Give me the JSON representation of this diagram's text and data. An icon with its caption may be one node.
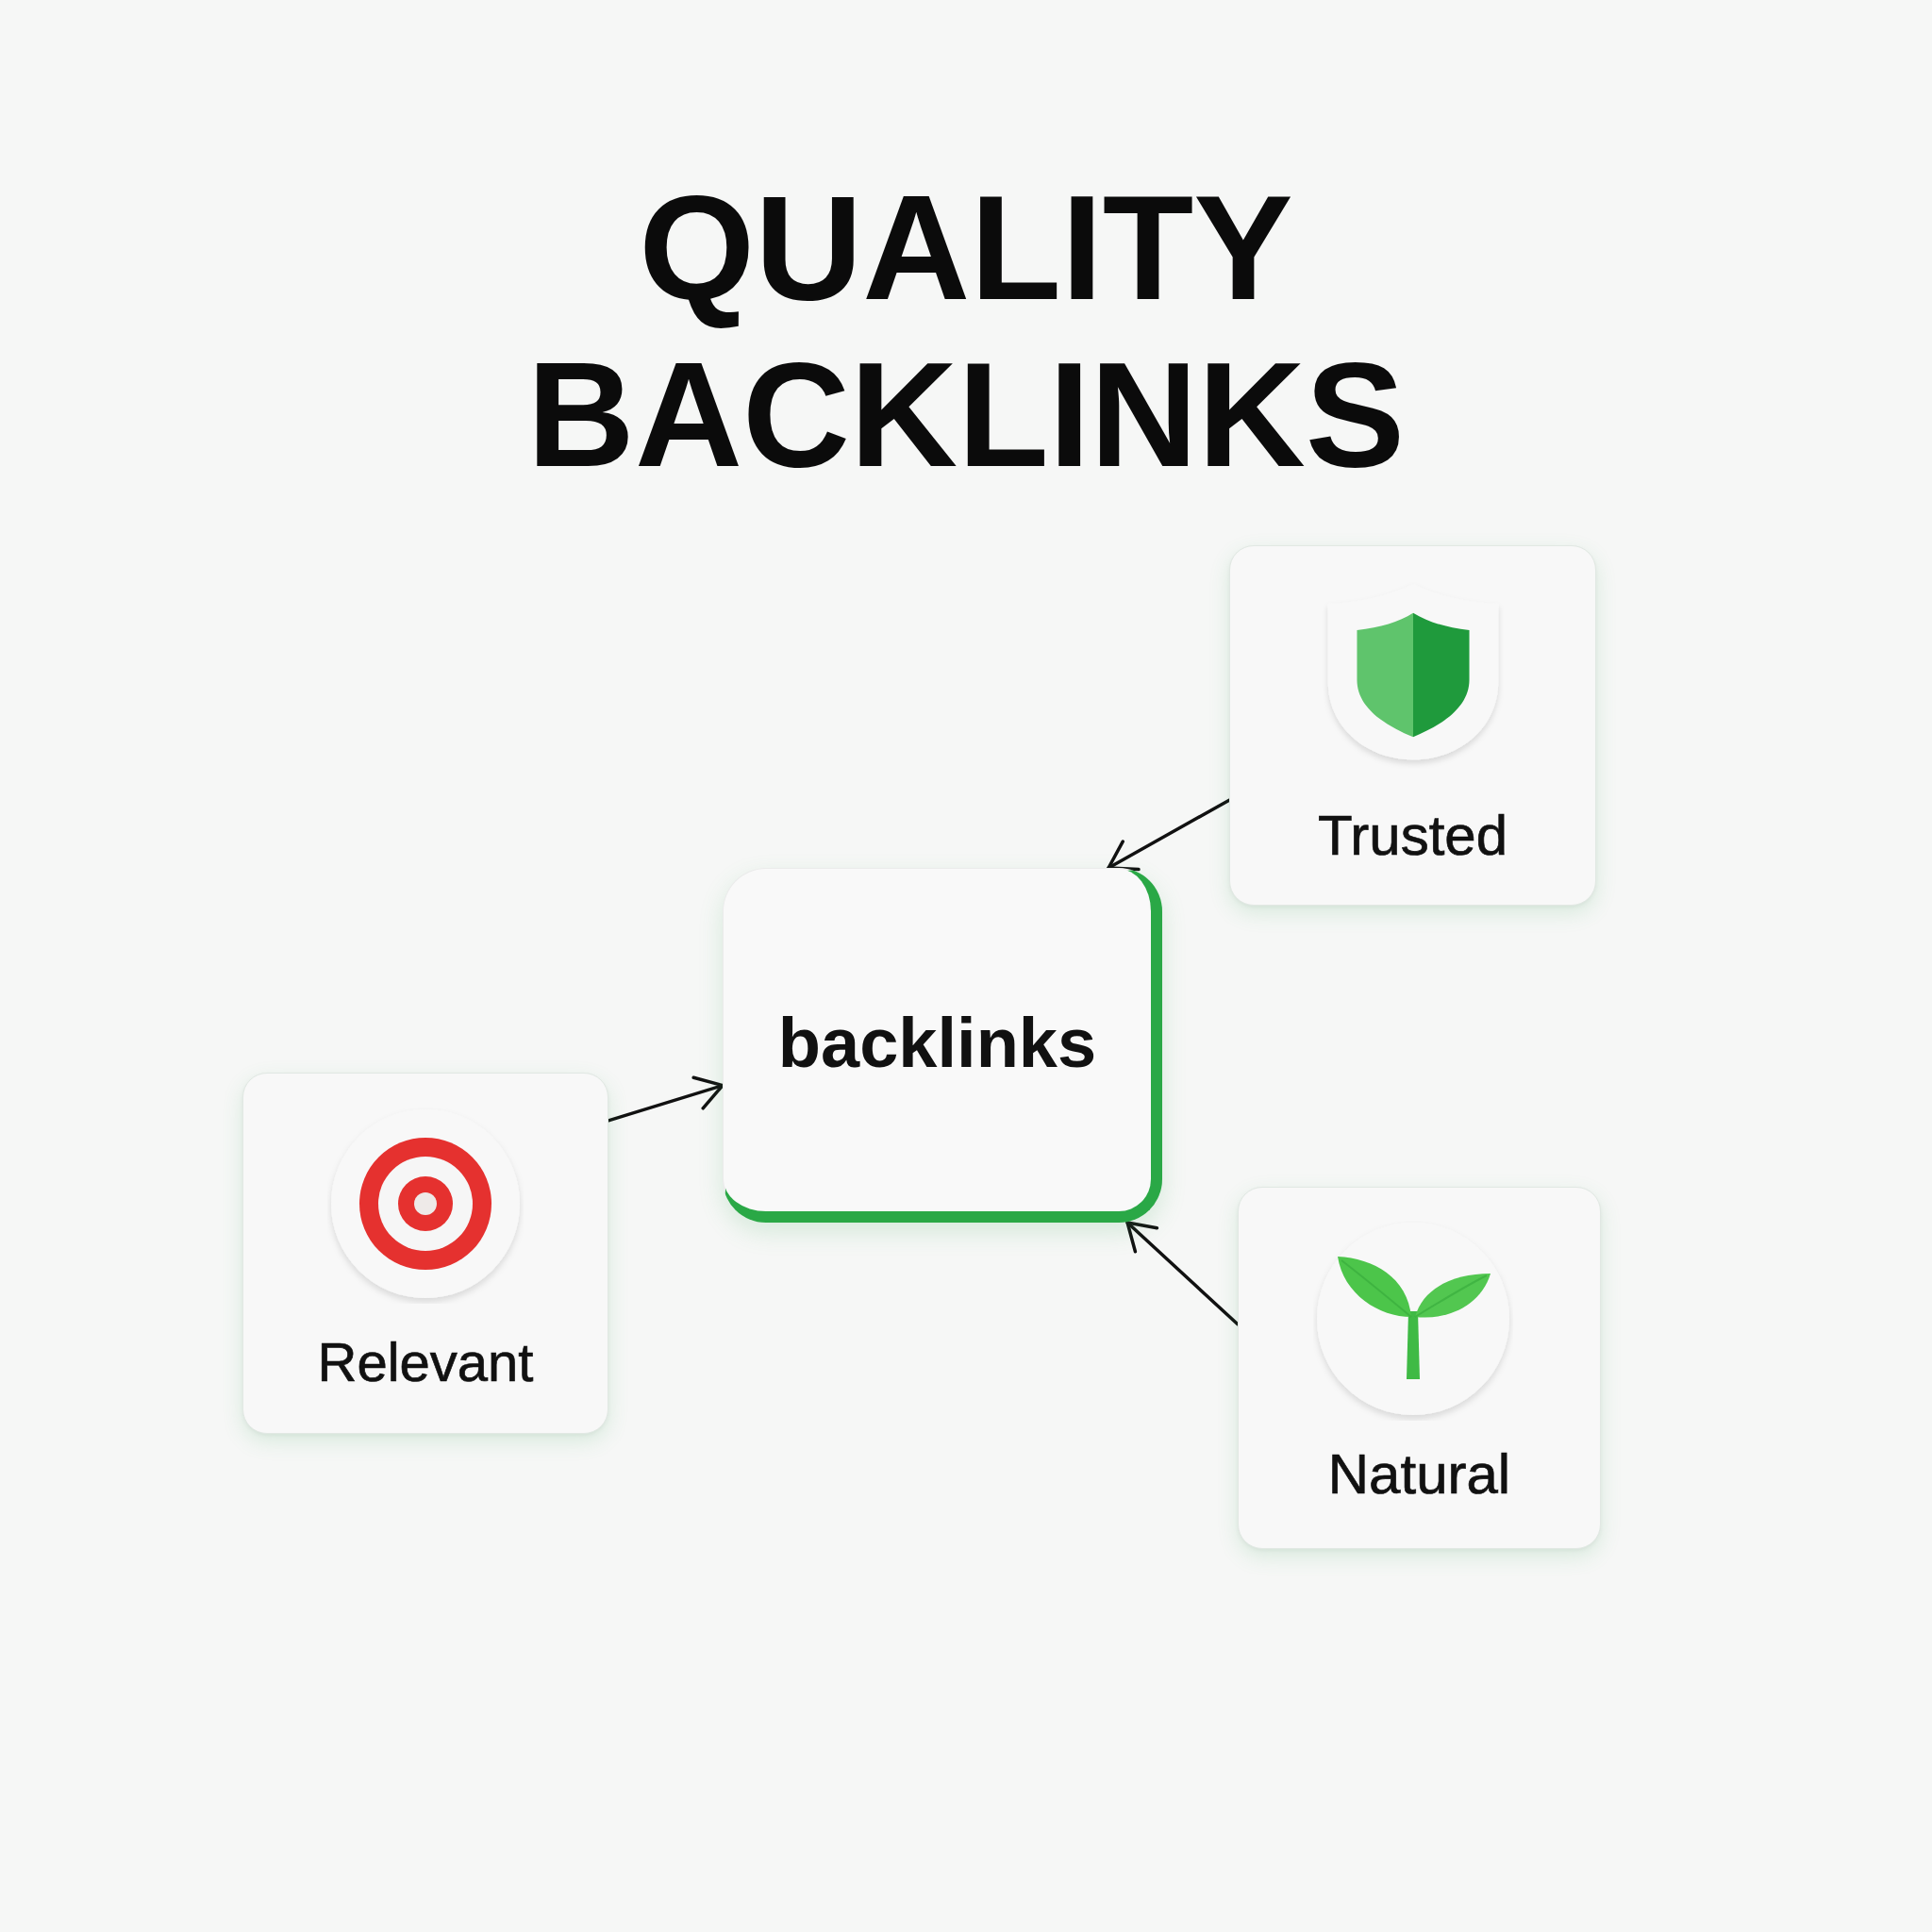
{
  "diagram": {
    "title": "QUALITY BACKLINKS",
    "nodes": [
      {
        "text": [
          "Trusted"
        ]
      },
      {
        "text": [
          "backlinks"
        ]
      },
      {
        "text": [
          "Relevant"
        ]
      },
      {
        "text": [
          "Natural"
        ]
      }
    ],
    "edges": [
      {
        "from": 0,
        "to": 1,
        "arrow": "to"
      },
      {
        "from": 2,
        "to": 1,
        "arrow": "to"
      },
      {
        "from": 3,
        "to": 1,
        "arrow": "to"
      }
    ]
  }
}
